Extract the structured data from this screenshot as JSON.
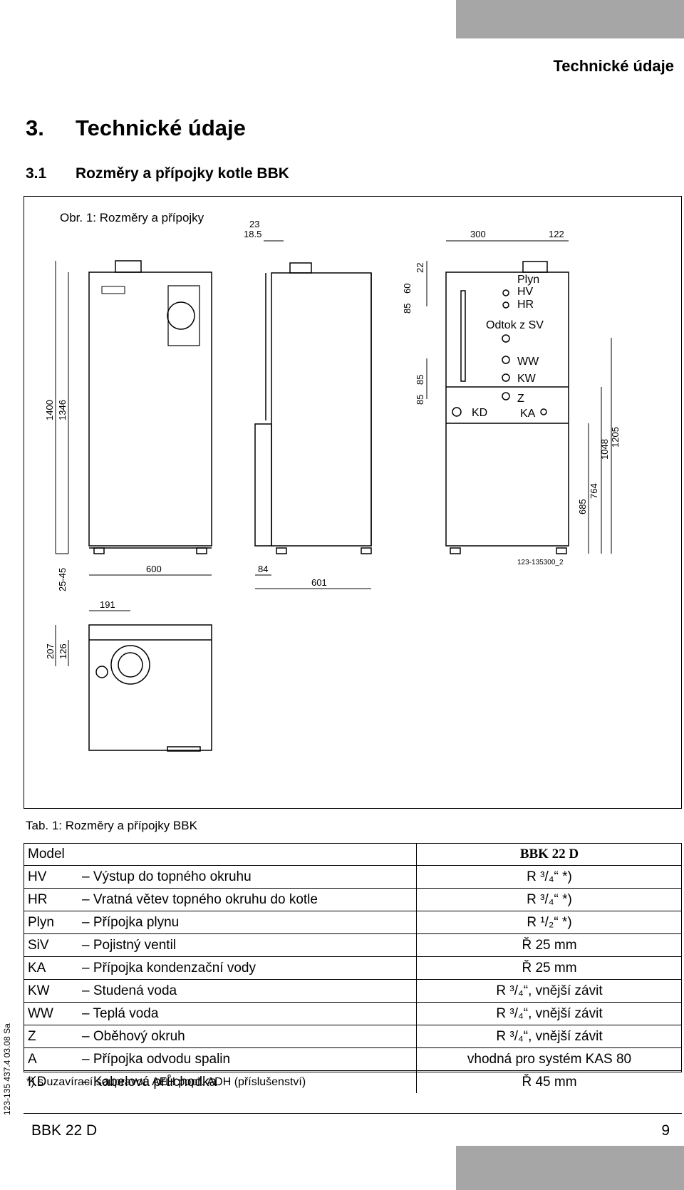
{
  "running_head": "Technické údaje",
  "chapter": {
    "number": "3.",
    "title": "Technické údaje"
  },
  "section": {
    "number": "3.1",
    "title": "Rozměry a přípojky kotle BBK"
  },
  "figure_caption": "Obr. 1: Rozměry a přípojky",
  "drawing": {
    "dims": [
      "23",
      "18.5",
      "300",
      "122",
      "22",
      "60",
      "85",
      "85",
      "85",
      "1400",
      "1346",
      "1205",
      "1048",
      "764",
      "685",
      "25-45",
      "600",
      "84",
      "601",
      "191",
      "207",
      "126"
    ],
    "labels": [
      "Plyn",
      "HV",
      "HR",
      "Odtok z SV",
      "WW",
      "KW",
      "Z",
      "KA",
      "KD"
    ],
    "drawing_number": "123-135300_2"
  },
  "table_caption": "Tab. 1: Rozměry a přípojky BBK",
  "table": {
    "header": {
      "col1": "Model",
      "col2": "BBK 22 D"
    },
    "rows": [
      {
        "code": "HV",
        "desc": "– Výstup do topného okruhu",
        "value": "R ³/₄“ *)"
      },
      {
        "code": "HR",
        "desc": "– Vratná větev topného okruhu do kotle",
        "value": "R ³/₄“ *)"
      },
      {
        "code": "Plyn",
        "desc": "– Přípojka plynu",
        "value": "R ¹/₂“ *)"
      },
      {
        "code": "SiV",
        "desc": "– Pojistný ventil",
        "value": "Ř 25 mm"
      },
      {
        "code": "KA",
        "desc": "– Přípojka kondenzační vody",
        "value": "Ř 25 mm"
      },
      {
        "code": "KW",
        "desc": "– Studená voda",
        "value": "R ³/₄“, vnější závit"
      },
      {
        "code": "WW",
        "desc": "– Teplá voda",
        "value": "R ³/₄“, vnější závit"
      },
      {
        "code": "Z",
        "desc": "– Oběhový okruh",
        "value": "R ³/₄“, vnější závit"
      },
      {
        "code": "A",
        "desc": "– Přípojka odvodu spalin",
        "value": "vhodná pro systém KAS 80"
      },
      {
        "code": "KD",
        "desc": "– Kabelová průchodka",
        "value": "Ř 45 mm"
      }
    ]
  },
  "footnote": "*) s uzavírací soupravou AEH popř. ADH (příslušenství)",
  "side_code": "123-135 437.4 03.08 Sa",
  "footer": {
    "title": "BBK 22 D",
    "page": "9"
  }
}
